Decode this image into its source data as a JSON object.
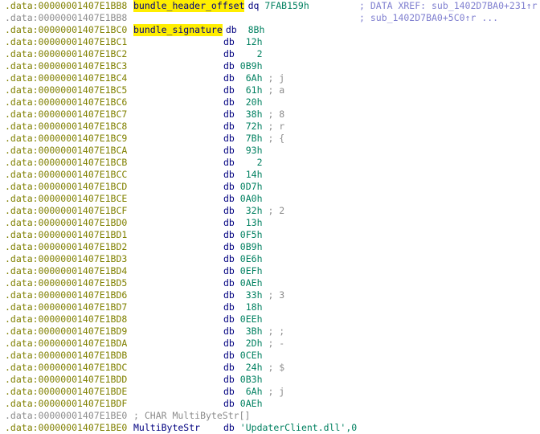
{
  "highlight_color": "#ffee00",
  "rows": [
    {
      "addr": ".data:00000001407E1BB8",
      "label": "bundle_header_offset",
      "highlight": true,
      "mnem": "dq",
      "operand": "7FAB159h",
      "xref": "; DATA XREF: sub_1402D7BA0+231↑r"
    },
    {
      "addr": ".data:00000001407E1BB8",
      "gray": true,
      "xref": "; sub_1402D7BA0+5C0↑r ..."
    },
    {
      "addr": ".data:00000001407E1BC0",
      "label": "bundle_signature",
      "highlight": true,
      "mnem": "db",
      "operand": "8Bh"
    },
    {
      "addr": ".data:00000001407E1BC1",
      "mnem": "db",
      "operand": "12h"
    },
    {
      "addr": ".data:00000001407E1BC2",
      "mnem": "db",
      "operand": "2"
    },
    {
      "addr": ".data:00000001407E1BC3",
      "mnem": "db",
      "operand": "0B9h"
    },
    {
      "addr": ".data:00000001407E1BC4",
      "mnem": "db",
      "operand": "6Ah",
      "comment": "; j"
    },
    {
      "addr": ".data:00000001407E1BC5",
      "mnem": "db",
      "operand": "61h",
      "comment": "; a"
    },
    {
      "addr": ".data:00000001407E1BC6",
      "mnem": "db",
      "operand": "20h"
    },
    {
      "addr": ".data:00000001407E1BC7",
      "mnem": "db",
      "operand": "38h",
      "comment": "; 8"
    },
    {
      "addr": ".data:00000001407E1BC8",
      "mnem": "db",
      "operand": "72h",
      "comment": "; r"
    },
    {
      "addr": ".data:00000001407E1BC9",
      "mnem": "db",
      "operand": "7Bh",
      "comment": "; {"
    },
    {
      "addr": ".data:00000001407E1BCA",
      "mnem": "db",
      "operand": "93h"
    },
    {
      "addr": ".data:00000001407E1BCB",
      "mnem": "db",
      "operand": "2"
    },
    {
      "addr": ".data:00000001407E1BCC",
      "mnem": "db",
      "operand": "14h"
    },
    {
      "addr": ".data:00000001407E1BCD",
      "mnem": "db",
      "operand": "0D7h"
    },
    {
      "addr": ".data:00000001407E1BCE",
      "mnem": "db",
      "operand": "0A0h"
    },
    {
      "addr": ".data:00000001407E1BCF",
      "mnem": "db",
      "operand": "32h",
      "comment": "; 2"
    },
    {
      "addr": ".data:00000001407E1BD0",
      "mnem": "db",
      "operand": "13h"
    },
    {
      "addr": ".data:00000001407E1BD1",
      "mnem": "db",
      "operand": "0F5h"
    },
    {
      "addr": ".data:00000001407E1BD2",
      "mnem": "db",
      "operand": "0B9h"
    },
    {
      "addr": ".data:00000001407E1BD3",
      "mnem": "db",
      "operand": "0E6h"
    },
    {
      "addr": ".data:00000001407E1BD4",
      "mnem": "db",
      "operand": "0EFh"
    },
    {
      "addr": ".data:00000001407E1BD5",
      "mnem": "db",
      "operand": "0AEh"
    },
    {
      "addr": ".data:00000001407E1BD6",
      "mnem": "db",
      "operand": "33h",
      "comment": "; 3"
    },
    {
      "addr": ".data:00000001407E1BD7",
      "mnem": "db",
      "operand": "18h"
    },
    {
      "addr": ".data:00000001407E1BD8",
      "mnem": "db",
      "operand": "0EEh"
    },
    {
      "addr": ".data:00000001407E1BD9",
      "mnem": "db",
      "operand": "3Bh",
      "comment": "; ;"
    },
    {
      "addr": ".data:00000001407E1BDA",
      "mnem": "db",
      "operand": "2Dh",
      "comment": "; -"
    },
    {
      "addr": ".data:00000001407E1BDB",
      "mnem": "db",
      "operand": "0CEh"
    },
    {
      "addr": ".data:00000001407E1BDC",
      "mnem": "db",
      "operand": "24h",
      "comment": "; $"
    },
    {
      "addr": ".data:00000001407E1BDD",
      "mnem": "db",
      "operand": "0B3h"
    },
    {
      "addr": ".data:00000001407E1BDE",
      "mnem": "db",
      "operand": "6Ah",
      "comment": "; j"
    },
    {
      "addr": ".data:00000001407E1BDF",
      "mnem": "db",
      "operand": "0AEh"
    },
    {
      "addr": ".data:00000001407E1BE0",
      "gray": true,
      "linecomment": "; CHAR MultiByteStr[]"
    },
    {
      "addr": ".data:00000001407E1BE0",
      "label": "MultiByteStr",
      "mnem": "db",
      "operand": "'UpdaterClient.dll',0"
    }
  ]
}
